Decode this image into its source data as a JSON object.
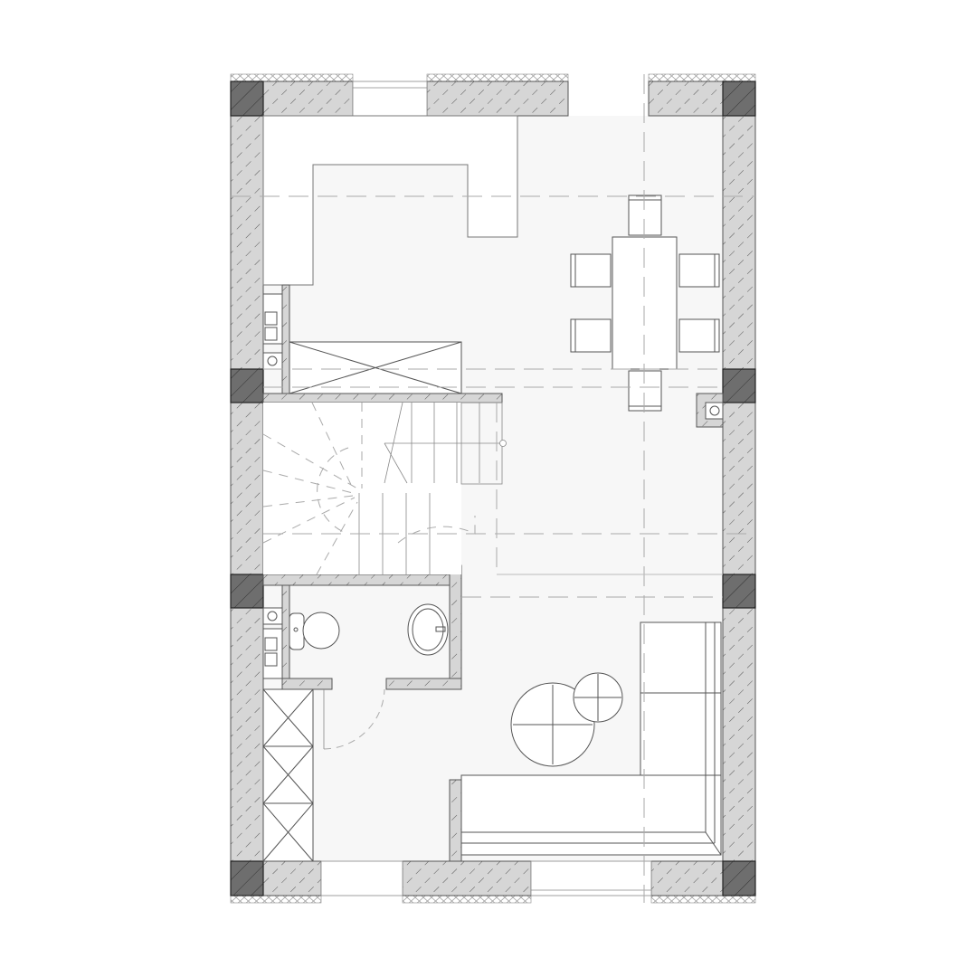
{
  "plan": {
    "colors": {
      "background": "#ffffff",
      "floor": "#f7f7f7",
      "wall_fill": "#d6d6d6",
      "column_fill": "#6e6e6e",
      "line": "#555555"
    },
    "icons": [
      "hatch-pattern",
      "dining-table",
      "chairs",
      "stairs",
      "toilet",
      "sink",
      "sofa",
      "round-table",
      "closet",
      "chimney-flue"
    ]
  }
}
